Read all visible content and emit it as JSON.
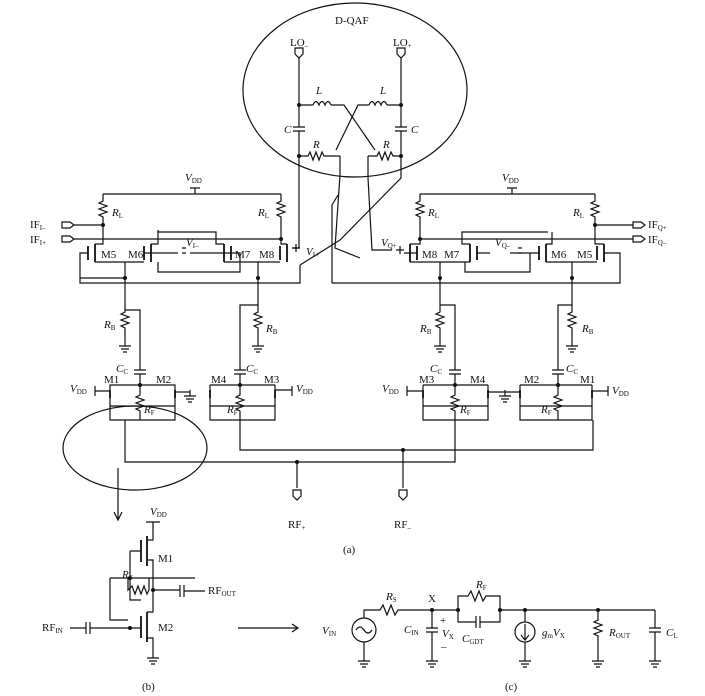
{
  "panels": {
    "a": "(a)",
    "b": "(b)",
    "c": "(c)"
  },
  "dqaf": "D-QAF",
  "lo_minus": {
    "main": "LO",
    "sub": "–"
  },
  "lo_plus": {
    "main": "LO",
    "sub": "+"
  },
  "rf_plus": {
    "main": "RF",
    "sub": "+"
  },
  "rf_minus": {
    "main": "RF",
    "sub": "–"
  },
  "if_i_minus": {
    "main": "IF",
    "sub": "I–"
  },
  "if_i_plus": {
    "main": "IF",
    "sub": "I+"
  },
  "if_q_plus": {
    "main": "IF",
    "sub": "Q+"
  },
  "if_q_minus": {
    "main": "IF",
    "sub": "Q–"
  },
  "v_i_minus": {
    "main": "V",
    "sub": "I–"
  },
  "v_i_plus": {
    "main": "V",
    "sub": "I+"
  },
  "v_q_minus": {
    "main": "V",
    "sub": "Q–"
  },
  "v_q_plus": {
    "main": "V",
    "sub": "Q+"
  },
  "vdd": {
    "main": "V",
    "sub": "DD"
  },
  "inductor": "L",
  "capacitor": "C",
  "resistor": "R",
  "rl": {
    "main": "R",
    "sub": "L"
  },
  "rb": {
    "main": "R",
    "sub": "B"
  },
  "rf_res": {
    "main": "R",
    "sub": "F"
  },
  "cc": {
    "main": "C",
    "sub": "C"
  },
  "transistors": {
    "m1": "M1",
    "m2": "M2",
    "m3": "M3",
    "m4": "M4",
    "m5": "M5",
    "m6": "M6",
    "m7": "M7",
    "m8": "M8"
  },
  "panel_b": {
    "rf_in": {
      "main": "RF",
      "sub": "IN"
    },
    "rf_out": {
      "main": "RF",
      "sub": "OUT"
    },
    "m1": "M1",
    "m2": "M2"
  },
  "panel_c": {
    "vin": {
      "main": "V",
      "sub": "IN"
    },
    "rs": {
      "main": "R",
      "sub": "S"
    },
    "node_x": "X",
    "cin": {
      "main": "C",
      "sub": "IN"
    },
    "vx": {
      "main": "V",
      "sub": "X"
    },
    "plus": "+",
    "minus": "–",
    "rf": {
      "main": "R",
      "sub": "F"
    },
    "cgdt": {
      "main": "C",
      "sub": "GDT"
    },
    "gm": {
      "main": "g",
      "sub": "m"
    },
    "gm_vx": {
      "main": "V",
      "sub": "X"
    },
    "rout": {
      "main": "R",
      "sub": "OUT"
    },
    "cl": {
      "main": "C",
      "sub": "L"
    }
  }
}
